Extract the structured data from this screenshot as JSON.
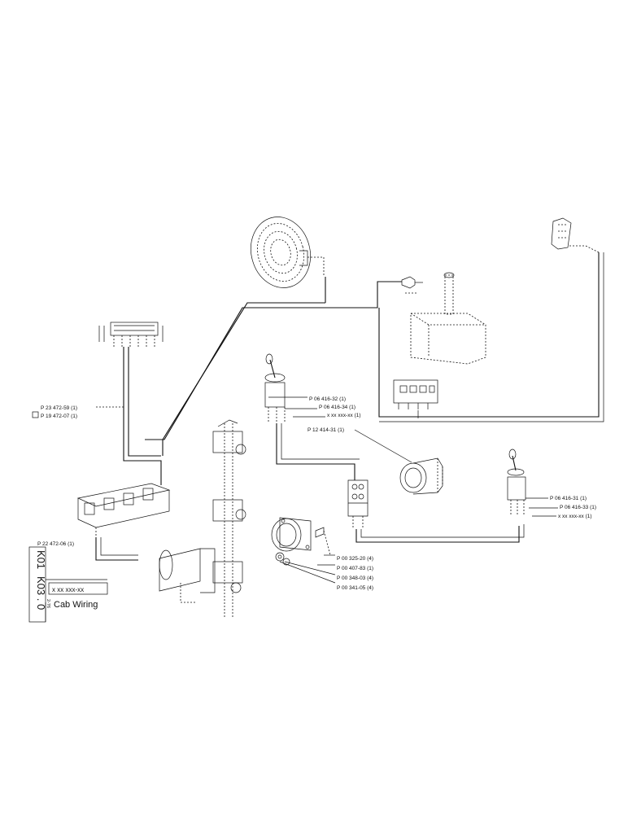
{
  "title_block": {
    "code_a": "K01",
    "code_b": "K03 . 0",
    "part_placeholder": "x xx xxx-xx",
    "date": "2-76",
    "title": "Cab Wiring"
  },
  "callouts": {
    "p23472_59": "P 23 472-59 (1)",
    "p19472_07": "P 19 472-07 (1)",
    "p22472_06": "P 22 472-06 (1)",
    "p06416_32": "P 06 416-32 (1)",
    "p06416_34": "P 06 416-34 (1)",
    "xx_upper": "x xx xxx-xx (1)",
    "p12414_31": "P 12 414-31 (1)",
    "p06416_31": "P 06 416-31 (1)",
    "p06416_33": "P 06 416-33 (1)",
    "xx_right": "x xx xxx-xx (1)",
    "p00325_20": "P 00 325-20 (4)",
    "p00407_83": "P 00 407-83 (1)",
    "p00348_03": "P 00 348-03 (4)",
    "p00341_05": "P 00 341-05 (4)"
  }
}
